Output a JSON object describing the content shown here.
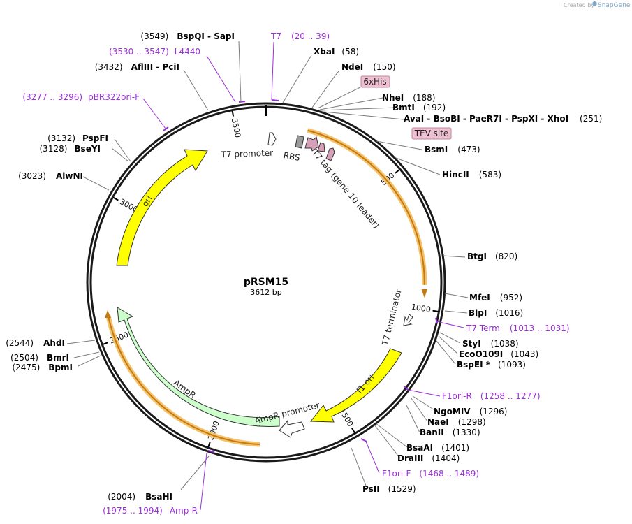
{
  "app": {
    "credit_prefix": "Created by",
    "credit_brand": "SnapGene"
  },
  "plasmid": {
    "name": "pRSM15",
    "length_label": "3612 bp",
    "length": 3612
  },
  "ticks": [
    {
      "pos": 500,
      "label": "500"
    },
    {
      "pos": 1000,
      "label": "1000"
    },
    {
      "pos": 1500,
      "label": "1500"
    },
    {
      "pos": 2000,
      "label": "2000"
    },
    {
      "pos": 2500,
      "label": "2500"
    },
    {
      "pos": 3000,
      "label": "3000"
    },
    {
      "pos": 3500,
      "label": "3500"
    }
  ],
  "features": [
    {
      "name": "T7 promoter",
      "label": "T7 promoter",
      "type": "promoter",
      "color": "#ffffff"
    },
    {
      "name": "RBS",
      "label": "RBS",
      "type": "rbs",
      "color": "#999999"
    },
    {
      "name": "T7 tag (gene 10 leader)",
      "label": "T7 tag (gene 10 leader)",
      "type": "tag",
      "color": "#d6a0b8"
    },
    {
      "name": "T7 terminator",
      "label": "T7 terminator",
      "type": "terminator",
      "color": "#ffffff"
    },
    {
      "name": "f1 ori",
      "label": "f1 ori",
      "type": "ori",
      "color": "#ffff00"
    },
    {
      "name": "AmpR promoter",
      "label": "AmpR promoter",
      "type": "promoter",
      "color": "#ffffff"
    },
    {
      "name": "AmpR",
      "label": "AmpR",
      "type": "cds",
      "color": "#ccffcc"
    },
    {
      "name": "ori",
      "label": "ori",
      "type": "ori",
      "color": "#ffff00"
    }
  ],
  "boxed_labels": [
    {
      "name": "6xHis",
      "text": "6xHis",
      "color": "#f0c0d2"
    },
    {
      "name": "TEV site",
      "text": "TEV site",
      "color": "#f0c0d2"
    }
  ],
  "sites": [
    {
      "id": "xbai",
      "name": "XbaI",
      "pos": "(58)"
    },
    {
      "id": "ndei",
      "name": "NdeI",
      "pos": "(150)"
    },
    {
      "id": "nhei",
      "name": "NheI",
      "pos": "(188)"
    },
    {
      "id": "bmti",
      "name": "BmtI",
      "pos": "(192)"
    },
    {
      "id": "avai",
      "name": "AvaI  - BsoBI  - PaeR7I  - PspXI  - XhoI",
      "pos": "(251)"
    },
    {
      "id": "bsmi",
      "name": "BsmI",
      "pos": "(473)"
    },
    {
      "id": "hincii",
      "name": "HincII",
      "pos": "(583)"
    },
    {
      "id": "btgi",
      "name": "BtgI",
      "pos": "(820)"
    },
    {
      "id": "mfei",
      "name": "MfeI",
      "pos": "(952)"
    },
    {
      "id": "blpi",
      "name": "BlpI",
      "pos": "(1016)"
    },
    {
      "id": "styi",
      "name": "StyI",
      "pos": "(1038)"
    },
    {
      "id": "eco0109i",
      "name": "EcoO109I",
      "pos": "(1043)"
    },
    {
      "id": "bspei",
      "name": "BspEI *",
      "pos": "(1093)"
    },
    {
      "id": "ngomiv",
      "name": "NgoMIV",
      "pos": "(1296)"
    },
    {
      "id": "naei",
      "name": "NaeI",
      "pos": "(1298)"
    },
    {
      "id": "banii",
      "name": "BanII",
      "pos": "(1330)"
    },
    {
      "id": "bsaai",
      "name": "BsaAI",
      "pos": "(1401)"
    },
    {
      "id": "draiii",
      "name": "DraIII",
      "pos": "(1404)"
    },
    {
      "id": "psti",
      "name": "PsII",
      "pos": "(1529)"
    },
    {
      "id": "bsahi",
      "name": "BsaHI",
      "pos": "(2004)"
    },
    {
      "id": "bpmi",
      "name": "BpmI",
      "pos": "(2475)"
    },
    {
      "id": "bmri",
      "name": "BmrI",
      "pos": "(2504)"
    },
    {
      "id": "ahdi",
      "name": "AhdI",
      "pos": "(2544)"
    },
    {
      "id": "alwni",
      "name": "AlwNI",
      "pos": "(3023)"
    },
    {
      "id": "bseyi",
      "name": "BseYI",
      "pos": "(3128)"
    },
    {
      "id": "pspfi",
      "name": "PspFI",
      "pos": "(3132)"
    },
    {
      "id": "afliii",
      "name": "AflIII  - PciI",
      "pos": "(3432)"
    },
    {
      "id": "bspqi",
      "name": "BspQI  - SapI",
      "pos": "(3549)"
    }
  ],
  "primers": [
    {
      "id": "t7",
      "name": "T7",
      "range": "(20 .. 39)"
    },
    {
      "id": "l4440",
      "name": "L4440",
      "range": "(3530 .. 3547)"
    },
    {
      "id": "pbr322",
      "name": "pBR322ori-F",
      "range": "(3277 .. 3296)"
    },
    {
      "id": "t7term",
      "name": "T7 Term",
      "range": "(1013 .. 1031)"
    },
    {
      "id": "f1orir",
      "name": "F1ori-R",
      "range": "(1258 .. 1277)"
    },
    {
      "id": "f1orif",
      "name": "F1ori-F",
      "range": "(1468 .. 1489)"
    },
    {
      "id": "ampr",
      "name": "Amp-R",
      "range": "(1975 .. 1994)"
    }
  ]
}
